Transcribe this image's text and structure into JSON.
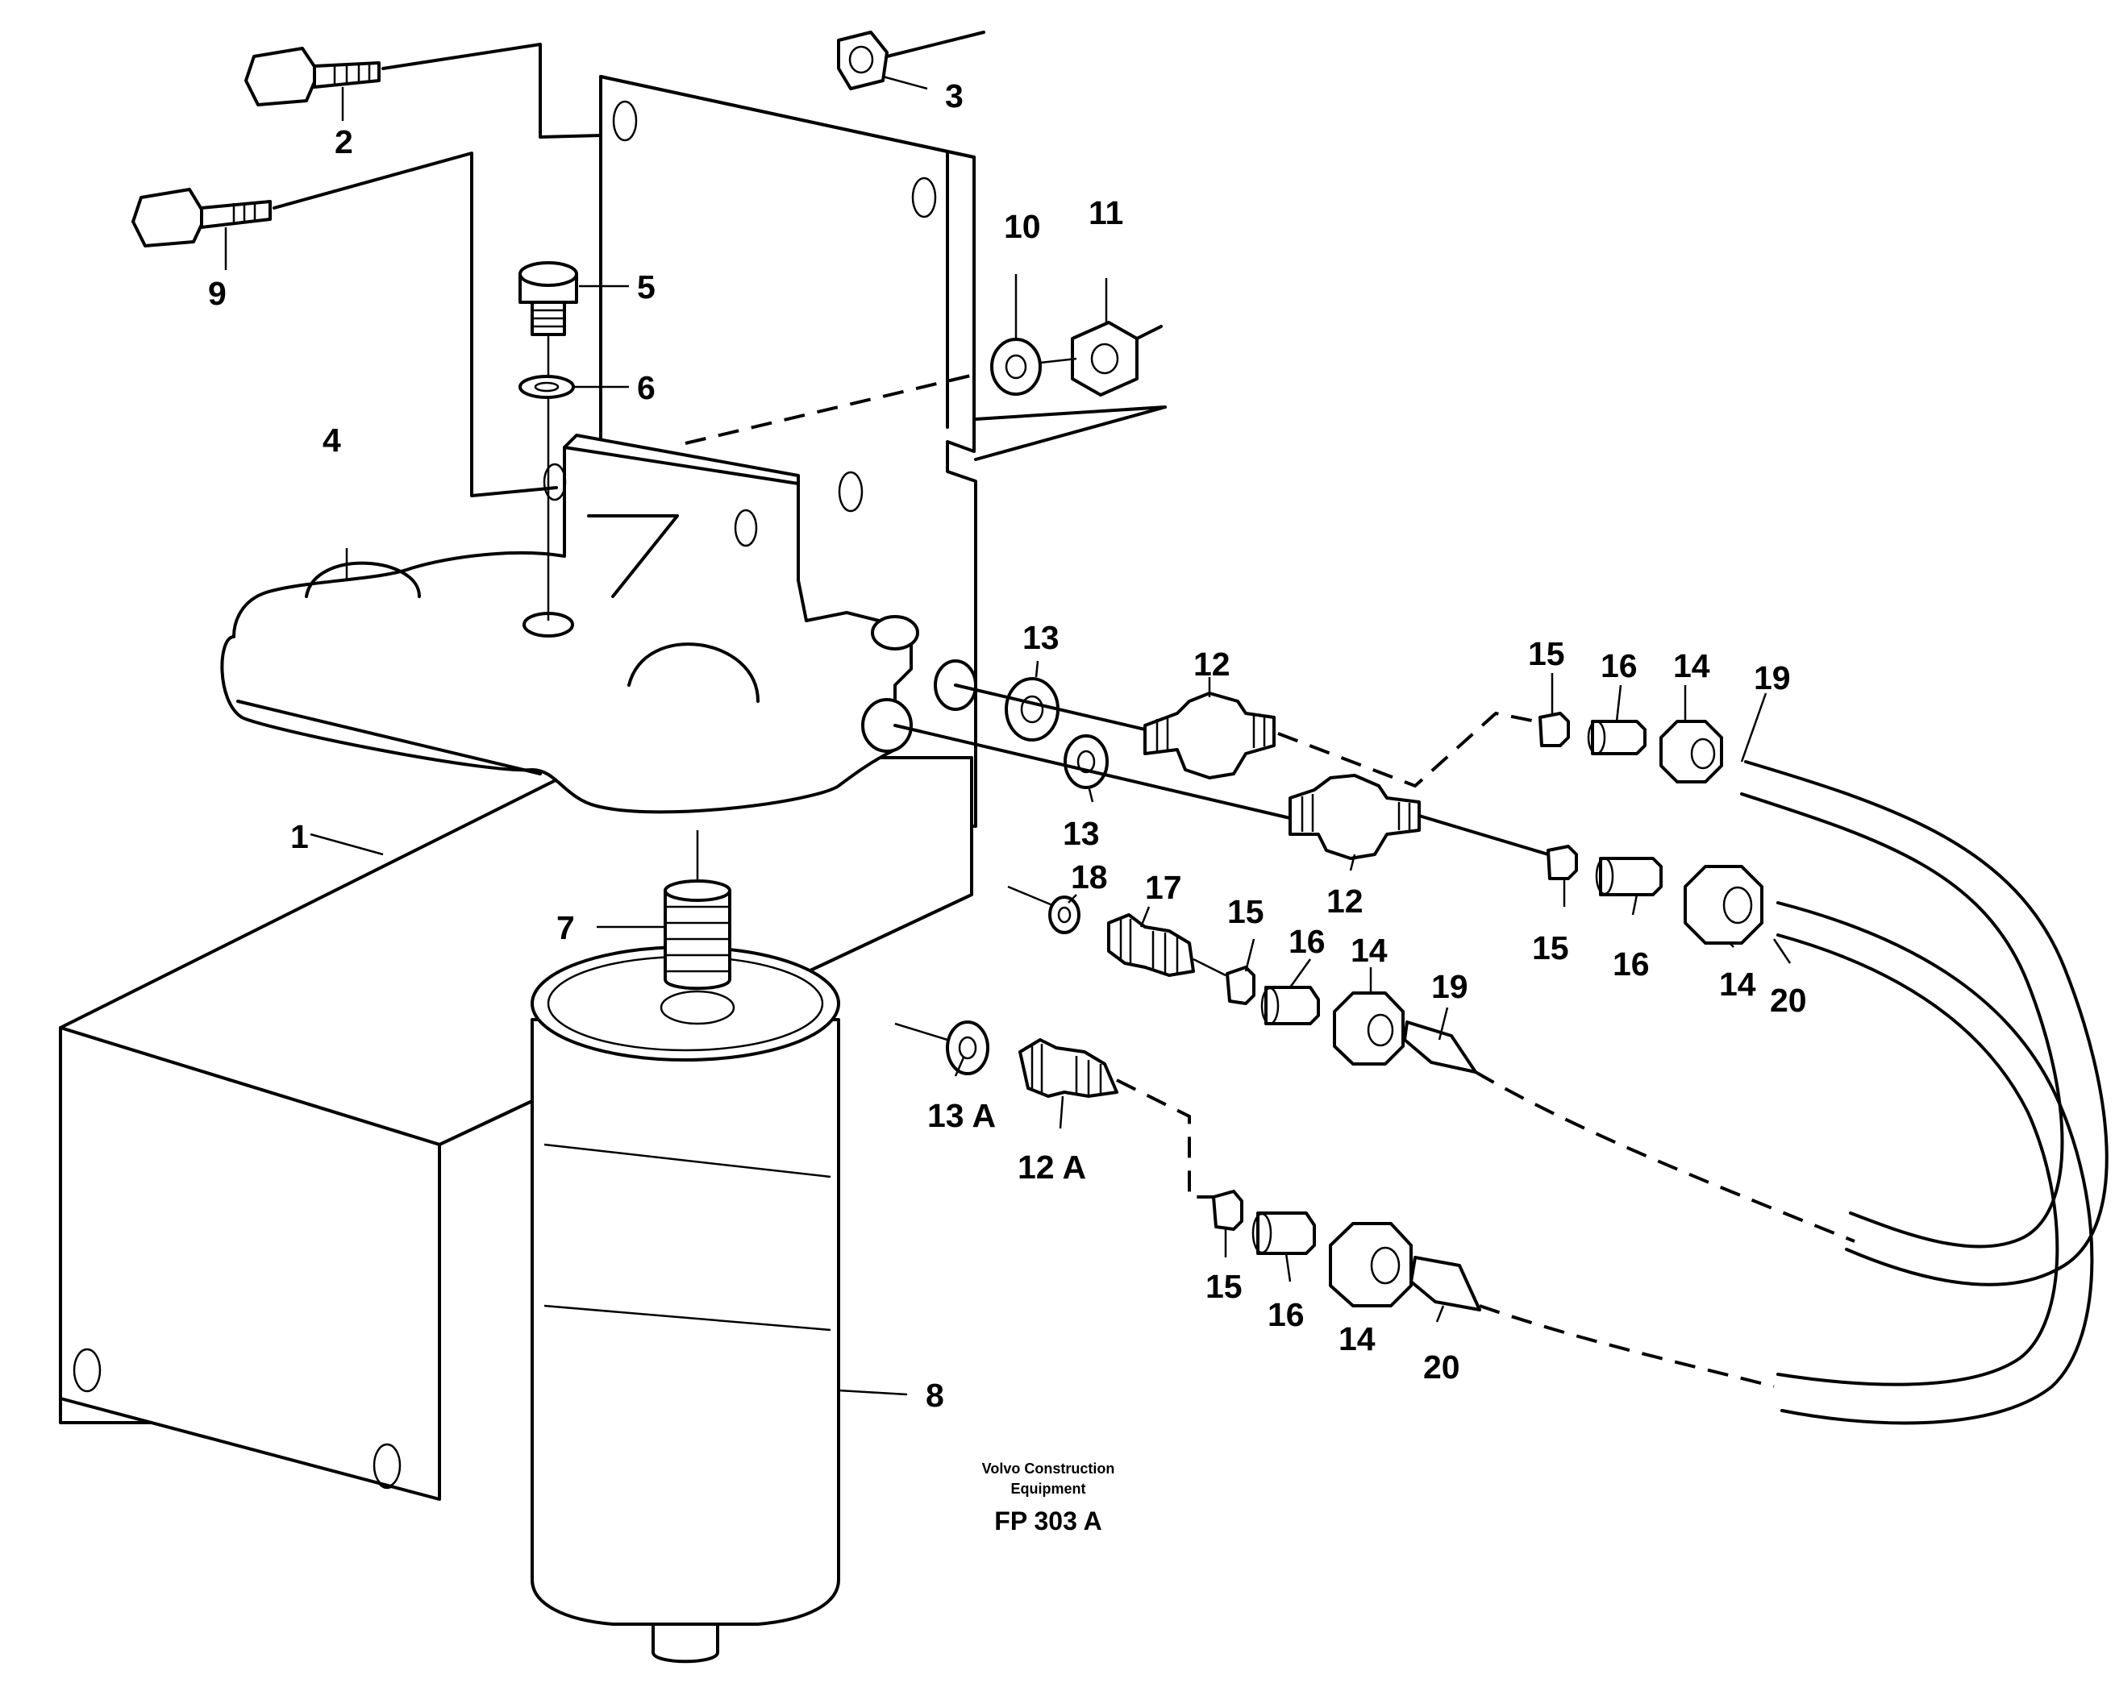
{
  "drawing": {
    "credit_line1": "Volvo Construction",
    "credit_line2": "Equipment",
    "figure_code": "FP 303 A"
  },
  "callouts": [
    "1",
    "2",
    "3",
    "4",
    "5",
    "6",
    "7",
    "8",
    "9",
    "10",
    "11",
    "12",
    "12",
    "12 A",
    "13",
    "13",
    "13 A",
    "14",
    "14",
    "14",
    "14",
    "15",
    "15",
    "15",
    "15",
    "16",
    "16",
    "16",
    "16",
    "17",
    "18",
    "19",
    "19",
    "20",
    "20"
  ],
  "parts": {
    "p1": "1",
    "p2": "2",
    "p3": "3",
    "p4": "4",
    "p5": "5",
    "p6": "6",
    "p7": "7",
    "p8": "8",
    "p9": "9",
    "p10": "10",
    "p11": "11",
    "p12a": "12",
    "p12b": "12",
    "p12c": "12 A",
    "p13a": "13",
    "p13b": "13",
    "p13c": "13 A",
    "p14a": "14",
    "p14b": "14",
    "p14c": "14",
    "p14d": "14",
    "p15a": "15",
    "p15b": "15",
    "p15c": "15",
    "p15d": "15",
    "p16a": "16",
    "p16b": "16",
    "p16c": "16",
    "p16d": "16",
    "p17": "17",
    "p18": "18",
    "p19a": "19",
    "p19b": "19",
    "p20a": "20",
    "p20b": "20"
  }
}
